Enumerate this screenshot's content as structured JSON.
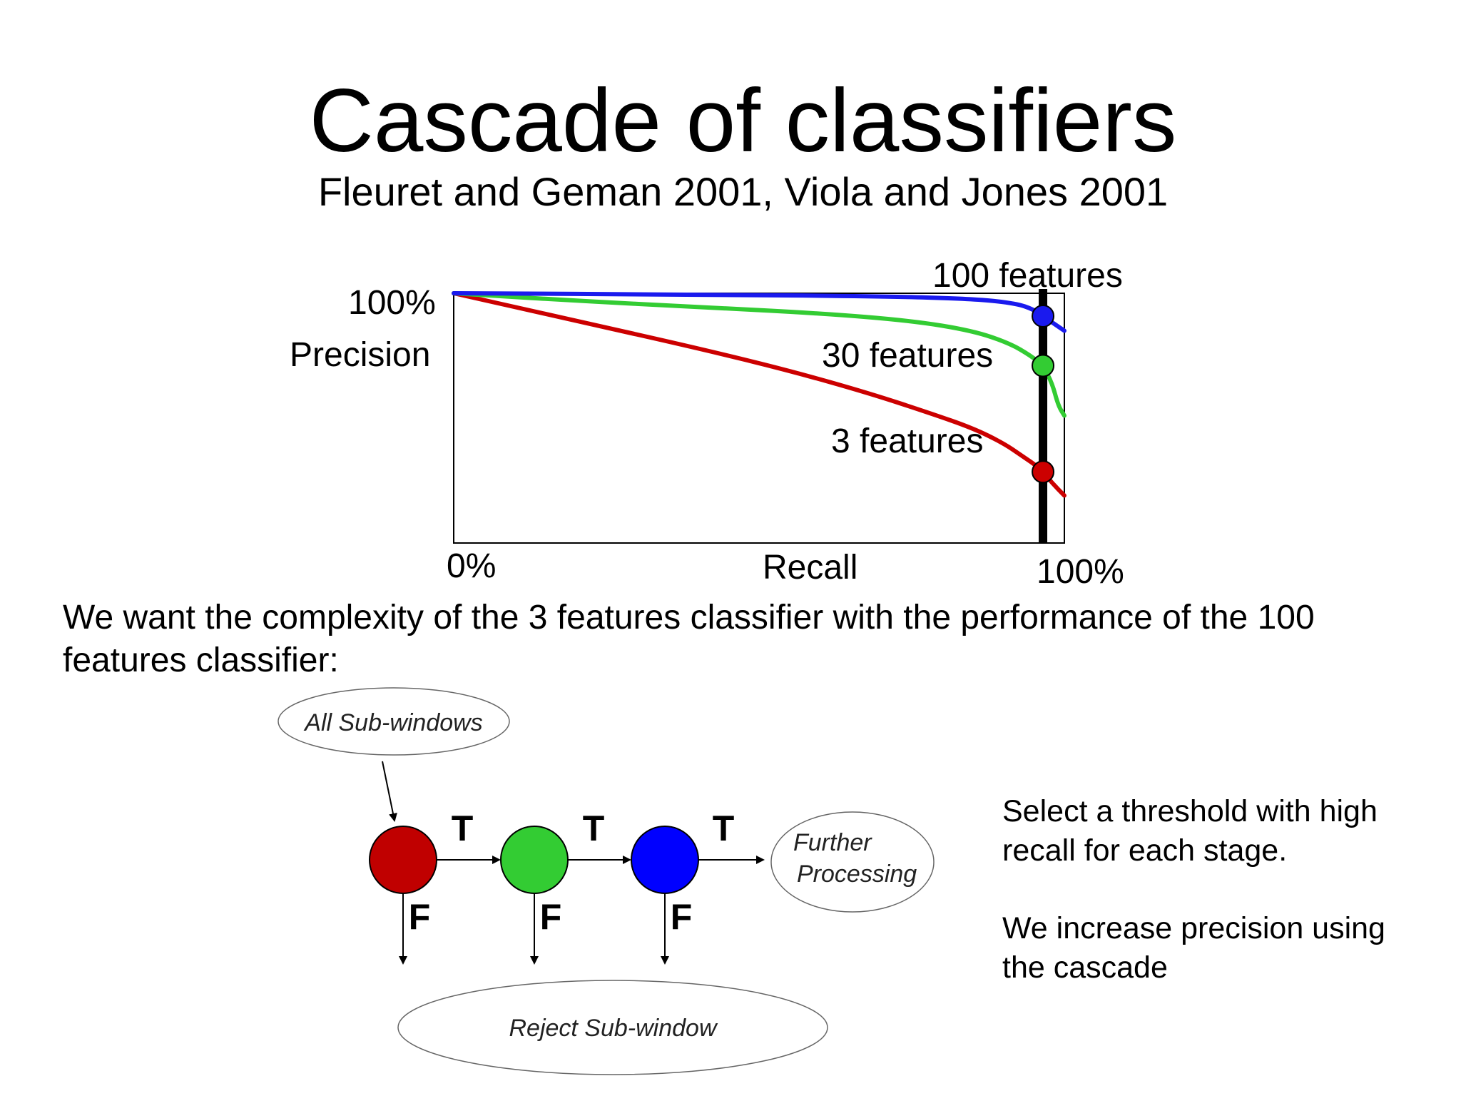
{
  "slide": {
    "title": "Cascade of classifiers",
    "subtitle": "Fleuret and Geman 2001, Viola and Jones 2001",
    "body_text": "We want the complexity of the 3 features classifier with the performance of the 100 features classifier:",
    "side_text": {
      "line1": "Select a threshold with high",
      "line2": "recall for each stage.",
      "line3": "We increase precision using",
      "line4": "the cascade"
    }
  },
  "plot": {
    "y_top_label": "100%",
    "y_axis_label": "Precision",
    "x_left_label": "0%",
    "x_axis_label": "Recall",
    "x_right_label": "100%",
    "curve_labels": [
      "100 features",
      "30 features",
      "3 features"
    ],
    "colors": {
      "blue": "#1a1aee",
      "green": "#33cc33",
      "red": "#cc0000",
      "threshold": "#000000"
    }
  },
  "chart_data": {
    "type": "line",
    "title": "",
    "xlabel": "Recall",
    "ylabel": "Precision",
    "xlim": [
      0,
      100
    ],
    "ylim": [
      0,
      100
    ],
    "grid": false,
    "threshold_recall": 96.5,
    "series": [
      {
        "name": "100 features",
        "color": "#1a1aee",
        "points": [
          [
            0,
            100
          ],
          [
            40,
            99.5
          ],
          [
            70,
            98.8
          ],
          [
            85,
            97.8
          ],
          [
            92,
            96
          ],
          [
            95,
            93.5
          ],
          [
            97,
            90
          ],
          [
            98.5,
            87.5
          ],
          [
            100,
            85
          ]
        ]
      },
      {
        "name": "30 features",
        "color": "#33cc33",
        "points": [
          [
            0,
            100
          ],
          [
            20,
            97
          ],
          [
            40,
            94.5
          ],
          [
            60,
            92
          ],
          [
            75,
            89
          ],
          [
            85,
            85
          ],
          [
            91,
            80
          ],
          [
            94.5,
            75
          ],
          [
            96.5,
            71
          ],
          [
            98,
            64
          ],
          [
            99,
            55
          ],
          [
            100,
            51
          ]
        ]
      },
      {
        "name": "3 features",
        "color": "#cc0000",
        "points": [
          [
            0,
            100
          ],
          [
            20,
            89
          ],
          [
            40,
            78
          ],
          [
            55,
            69
          ],
          [
            68,
            60
          ],
          [
            78,
            52
          ],
          [
            85,
            46
          ],
          [
            90,
            40
          ],
          [
            93,
            35
          ],
          [
            96,
            30
          ],
          [
            98,
            24
          ],
          [
            100,
            19
          ]
        ]
      }
    ]
  },
  "diagram": {
    "start_node": "All Sub-windows",
    "true_label": "T",
    "false_label": "F",
    "end_node": "Further",
    "end_node_line2": "Processing",
    "reject_node": "Reject Sub-window",
    "stage_colors": [
      "#c00000",
      "#33cc33",
      "#0000ff"
    ]
  }
}
